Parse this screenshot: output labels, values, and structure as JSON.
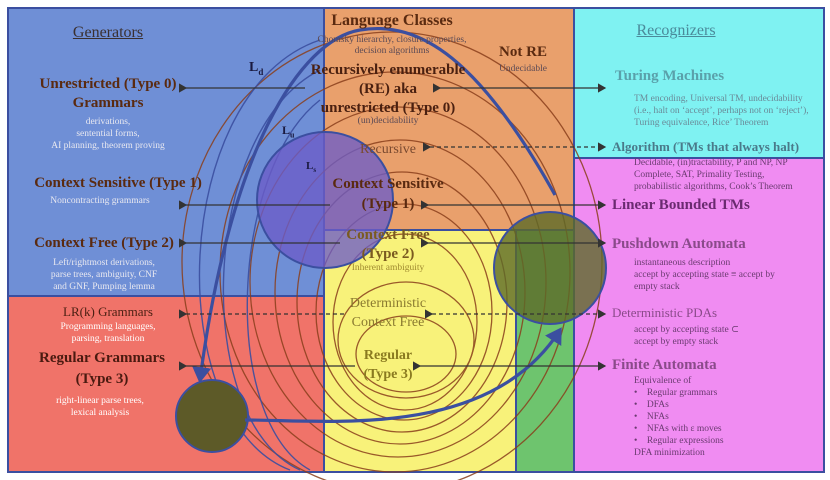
{
  "colors": {
    "generators": "#6f8fd6",
    "regular_grammars": "#f07369",
    "language_classes": "#e9a06c",
    "recognizers": "#7ff2f2",
    "pink": "#f08cf2",
    "yellow": "#f8f27a",
    "green": "#6ec46e",
    "arrow_blue": "#3b4fa0",
    "circle_blue": "#6b5cc8",
    "circle_dark": "#5d5a28"
  },
  "generators": {
    "header": "Generators",
    "type0_title": [
      "Unrestricted (Type 0)",
      "Grammars"
    ],
    "type0_notes": [
      "derivations,",
      "sentential forms,",
      "AI planning, theorem proving"
    ],
    "type1_title": "Context Sensitive (Type 1)",
    "type1_notes": [
      "Noncontracting grammars"
    ],
    "type2_title": "Context Free (Type 2)",
    "type2_notes": [
      "Left/rightmost derivations,",
      "parse trees, ambiguity, CNF",
      "and GNF, Pumping lemma"
    ],
    "lrk_title": "LR(k) Grammars",
    "lrk_notes": [
      "Programming languages,",
      "parsing, translation"
    ],
    "type3_title": [
      "Regular Grammars",
      "(Type 3)"
    ],
    "type3_notes": [
      "right-linear parse trees,",
      "lexical analysis"
    ]
  },
  "language_classes": {
    "header": "Language Classes",
    "header_notes": [
      "Chomsky hierarchy, closure properties,",
      "decision algorithms"
    ],
    "not_re": "Not RE",
    "not_re_note": "Undecidable",
    "re_title": [
      "Recursively enumerable",
      "(RE) aka",
      "unrestricted (Type 0)"
    ],
    "re_note": "(un)decidability",
    "recursive": "Recursive",
    "cs": [
      "Context Sensitive",
      "(Type 1)"
    ],
    "cf": [
      "Context Free",
      "(Type 2)"
    ],
    "cf_note": "Inherent ambiguity",
    "dcf": [
      "Deterministic",
      "Context Free"
    ],
    "reg": [
      "Regular",
      "(Type 3)"
    ],
    "ld": "L",
    "ld_sub": "d",
    "lu": "L",
    "lu_sub": "u",
    "ls": "L",
    "ls_sub": "s"
  },
  "recognizers": {
    "header": "Recognizers",
    "tm_title": "Turing Machines",
    "tm_notes": [
      "TM encoding, Universal TM, undecidability",
      "(i.e., halt on ‘accept’, perhaps not on ‘reject’),",
      "Turing equivalence, Rice’ Theorem"
    ],
    "alg_title": "Algorithm (TMs that always halt)",
    "alg_notes": [
      "Decidable, (in)tractability, P and NP, NP",
      "Complete, SAT, Primality Testing,",
      "probabilistic algorithms, Cook’s Theorem"
    ],
    "lba_title": "Linear Bounded TMs",
    "pda_title": "Pushdown Automata",
    "pda_notes": [
      "instantaneous description",
      "accept by accepting state ≡ accept by",
      "empty stack"
    ],
    "dpda_title": "Deterministic PDAs",
    "dpda_notes": [
      "accept by accepting state ⊂",
      "accept by empty stack"
    ],
    "fa_title": "Finite Automata",
    "fa_notes": [
      "Equivalence of"
    ],
    "fa_bullets": [
      "Regular grammars",
      "DFAs",
      "NFAs",
      "NFAs with ε moves",
      "Regular expressions"
    ],
    "fa_tail": "DFA minimization"
  }
}
